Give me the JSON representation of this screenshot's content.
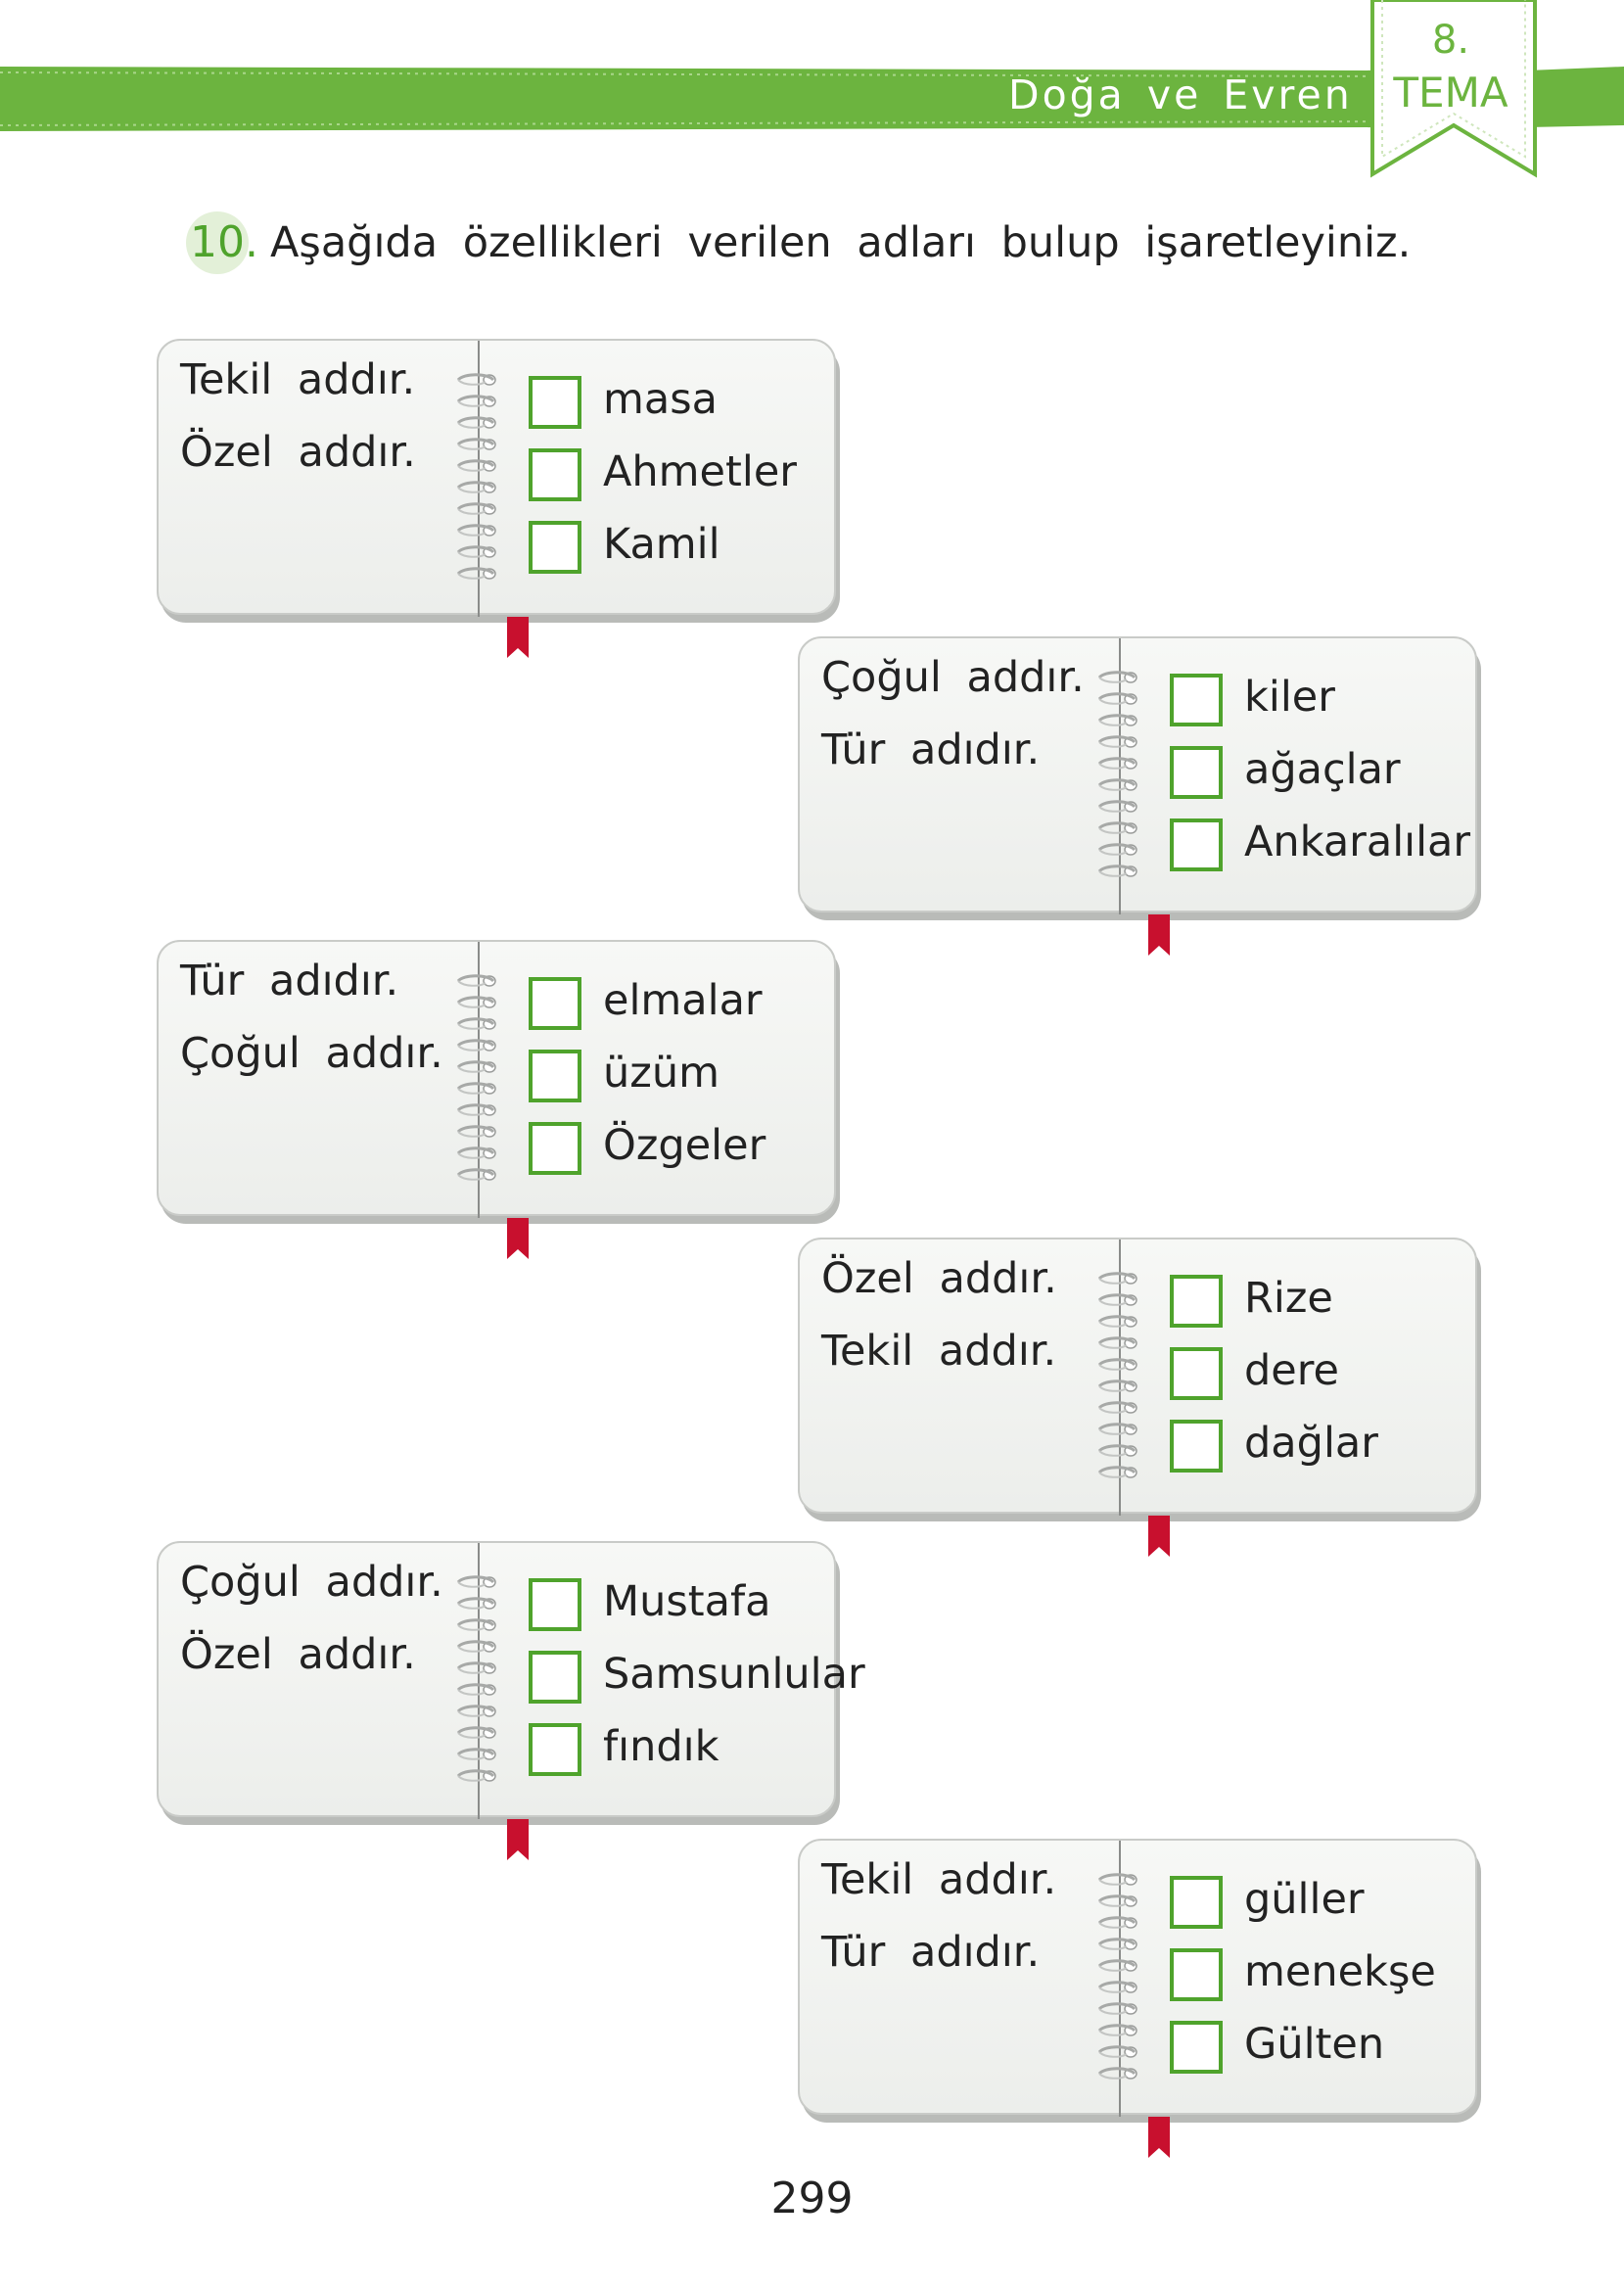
{
  "header": {
    "theme_name": "Doğa ve Evren",
    "theme_number": "8.",
    "theme_word": "TEMA",
    "color": "#6cb43f"
  },
  "question": {
    "number": "10.",
    "text": "Aşağıda özellikleri verilen adları bulup işaretleyiniz."
  },
  "notebooks": [
    {
      "props": [
        "Tekil addır.",
        "Özel addır."
      ],
      "words": [
        "masa",
        "Ahmetler",
        "Kamil"
      ]
    },
    {
      "props": [
        "Çoğul addır.",
        "Tür adıdır."
      ],
      "words": [
        "kiler",
        "ağaçlar",
        "Ankaralılar"
      ]
    },
    {
      "props": [
        "Tür adıdır.",
        "Çoğul addır."
      ],
      "words": [
        "elmalar",
        "üzüm",
        "Özgeler"
      ]
    },
    {
      "props": [
        "Özel addır.",
        "Tekil addır."
      ],
      "words": [
        "Rize",
        "dere",
        "dağlar"
      ]
    },
    {
      "props": [
        "Çoğul addır.",
        "Özel addır."
      ],
      "words": [
        "Mustafa",
        "Samsunlular",
        "fındık"
      ]
    },
    {
      "props": [
        "Tekil addır.",
        "Tür adıdır."
      ],
      "words": [
        "güller",
        "menekşe",
        "Gülten"
      ]
    }
  ],
  "page_number": "299",
  "colors": {
    "accent": "#4fa32c",
    "bookmark": "#c8102e"
  }
}
